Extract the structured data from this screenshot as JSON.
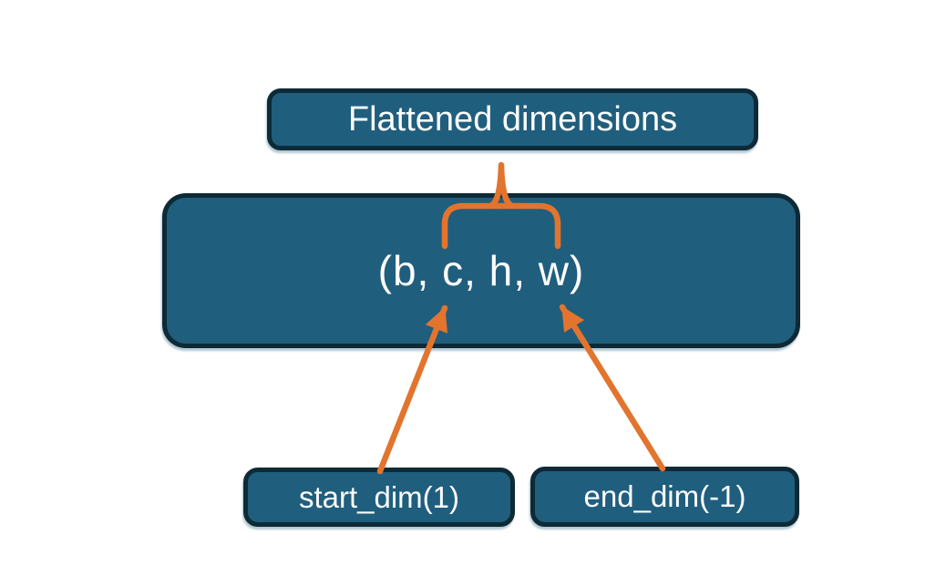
{
  "colors": {
    "background": "#ffffff",
    "node_fill": "#205e7e",
    "node_border": "#0d2a36",
    "connector": "#e2742e",
    "text": "#fcfdfd"
  },
  "nodes": {
    "flattened": {
      "label": "Flattened dimensions"
    },
    "tensor": {
      "label": "(b, c, h, w)"
    },
    "start_dim": {
      "label": "start_dim(1)"
    },
    "end_dim": {
      "label": "end_dim(-1)"
    }
  }
}
